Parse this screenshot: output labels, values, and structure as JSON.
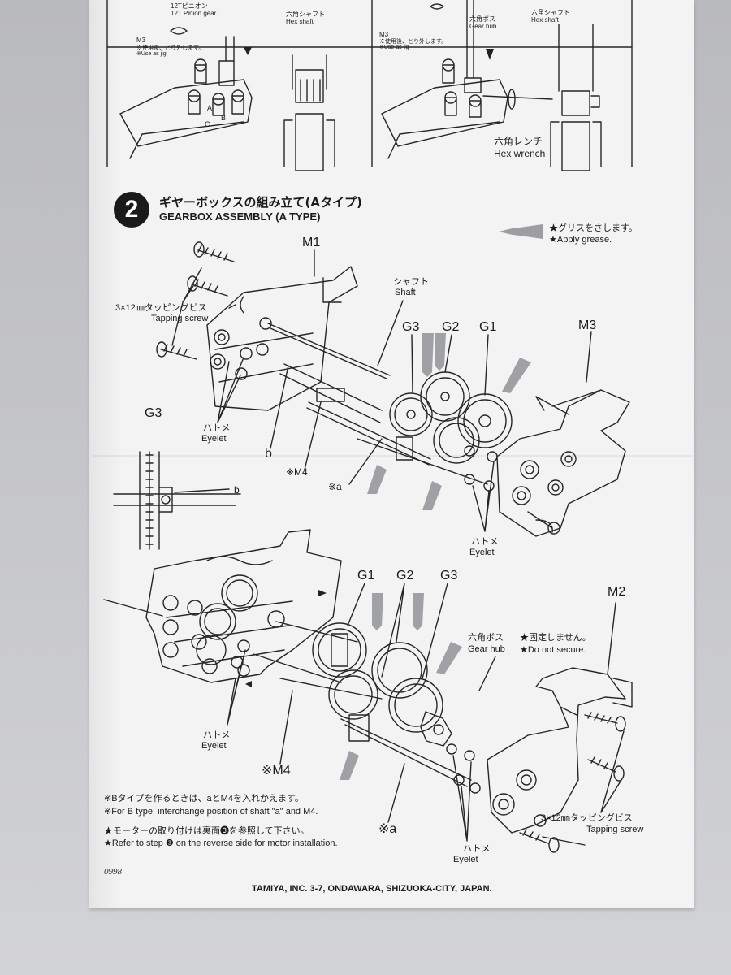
{
  "top_panel": {
    "pinion_jp": "12Tピニオン",
    "pinion_en": "12T Pinion gear",
    "m3_left": "M3",
    "m3_left_note_jp": "※使用後、とり外します。",
    "m3_left_note_en": "※Use as jig",
    "hex_shaft_left_jp": "六角シャフト",
    "hex_shaft_left_en": "Hex shaft",
    "m3_right": "M3",
    "m3_right_note_jp": "※使用後、とり外します。",
    "m3_right_note_en": "※Use as jig",
    "gear_hub_jp": "六角ボス",
    "gear_hub_en": "Gear hub",
    "hex_shaft_right_jp": "六角シャフト",
    "hex_shaft_right_en": "Hex shaft",
    "hex_wrench_jp": "六角レンチ",
    "hex_wrench_en": "Hex wrench",
    "part_letters": [
      "A",
      "B",
      "C"
    ]
  },
  "step": {
    "number": "2",
    "title_jp": "ギヤーボックスの組み立て(Aタイプ)",
    "title_en": "GEARBOX ASSEMBLY (A TYPE)"
  },
  "grease": {
    "jp": "★グリスをさします。",
    "en": "★Apply grease."
  },
  "upper_diagram": {
    "m1": "M1",
    "shaft_jp": "シャフト",
    "shaft_en": "Shaft",
    "screw_jp": "3×12㎜タッピングビス",
    "screw_en": "Tapping screw",
    "g3": "G3",
    "g2": "G2",
    "g1": "G1",
    "m3": "M3",
    "eyelet_left_jp": "ハトメ",
    "eyelet_left_en": "Eyelet",
    "eyelet_right_jp": "ハトメ",
    "eyelet_right_en": "Eyelet",
    "b_label": "b",
    "m4_label": "※M4",
    "a_label": "※a",
    "detail_g3": "G3",
    "detail_b": "b"
  },
  "lower_diagram": {
    "g1": "G1",
    "g2": "G2",
    "g3": "G3",
    "m2": "M2",
    "gear_hub_jp": "六角ボス",
    "gear_hub_en": "Gear hub",
    "not_secure_jp": "★固定しません。",
    "not_secure_en": "★Do not secure.",
    "eyelet_left_jp": "ハトメ",
    "eyelet_left_en": "Eyelet",
    "eyelet_bottom_jp": "ハトメ",
    "eyelet_bottom_en": "Eyelet",
    "m4_label": "※M4",
    "a_label": "※a",
    "screw_jp": "3×12㎜タッピングビス",
    "screw_en": "Tapping screw"
  },
  "notes": [
    "※Bタイプを作るときは、aとM4を入れかえます。",
    "※For B type, interchange position of shaft \"a\" and M4.",
    "★モーターの取り付けは裏面❸を参照して下さい。",
    "★Refer to step ❸ on the reverse side for motor installation."
  ],
  "footer": {
    "code": "0998",
    "company": "TAMIYA, INC. 3-7, ONDAWARA, SHIZUOKA-CITY, JAPAN."
  },
  "colors": {
    "sheet": "#f3f3f4",
    "ink": "#1b1b1b",
    "grease": "#9d9ea1",
    "step_badge": "#1a1a1a"
  }
}
